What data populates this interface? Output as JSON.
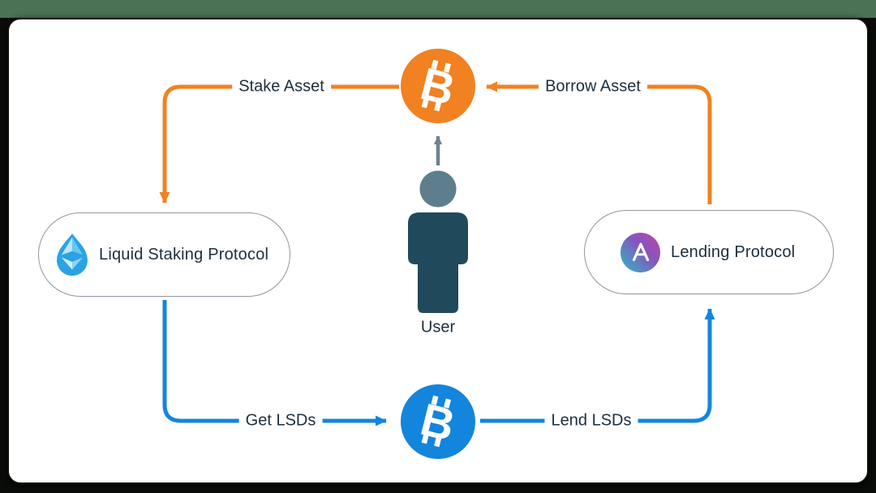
{
  "nodes": {
    "liquid_staking": {
      "label": "Liquid Staking Protocol",
      "icon": "lido-droplet-icon"
    },
    "lending": {
      "label": "Lending Protocol",
      "icon": "aave-icon"
    },
    "user": {
      "label": "User",
      "icon": "user-icon"
    },
    "asset_top": {
      "icon": "bitcoin-icon",
      "variant": "orange",
      "symbol": "B"
    },
    "asset_bottom": {
      "icon": "bitcoin-icon",
      "variant": "blue",
      "symbol": "B"
    }
  },
  "edges": {
    "stake": {
      "label": "Stake Asset",
      "from": "asset_top",
      "to": "liquid_staking",
      "color": "orange"
    },
    "borrow": {
      "label": "Borrow Asset",
      "from": "lending",
      "to": "asset_top",
      "color": "orange"
    },
    "get_lsds": {
      "label": "Get LSDs",
      "from": "liquid_staking",
      "to": "asset_bottom",
      "color": "blue"
    },
    "lend_lsds": {
      "label": "Lend LSDs",
      "from": "asset_bottom",
      "to": "lending",
      "color": "blue"
    },
    "user_up": {
      "from": "user",
      "to": "asset_top",
      "color": "gray"
    }
  },
  "colors": {
    "orange": "#F18121",
    "blue": "#1385DC",
    "navy_text": "#1D2E3C",
    "user_body": "#20495C",
    "user_head": "#5D7E8C",
    "arrow_gray": "#6D8290",
    "box_border": "#8E979F",
    "lido_blue": "#2BA3E2",
    "aave_gradient_start": "#B6509E",
    "aave_gradient_end": "#2EBAC6",
    "frame_top_band": "#4B7254",
    "frame_dark": "#0A0C09",
    "canvas": "#FFFFFF"
  }
}
